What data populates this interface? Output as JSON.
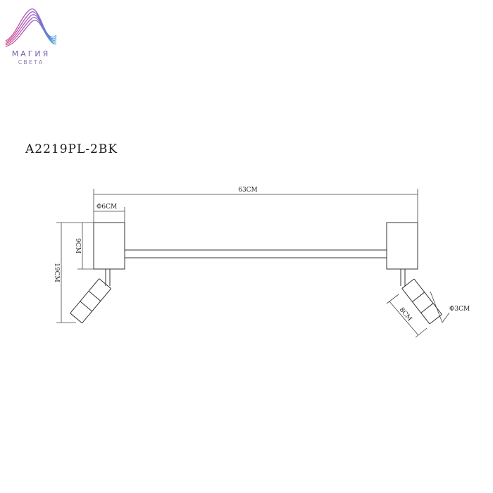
{
  "brand": {
    "name": "МАГИЯ",
    "tagline": "СВЕТА",
    "colors": [
      "#d24a8c",
      "#a24fc4",
      "#6a5fd0",
      "#3fa0d8"
    ]
  },
  "model": "A2219PL-2BK",
  "dimensions": {
    "total_length": "63CM",
    "base_diameter": "Φ6CM",
    "base_height": "9CM",
    "total_height": "19CM",
    "shade_length": "8CM",
    "shade_diameter": "Φ3CM"
  }
}
